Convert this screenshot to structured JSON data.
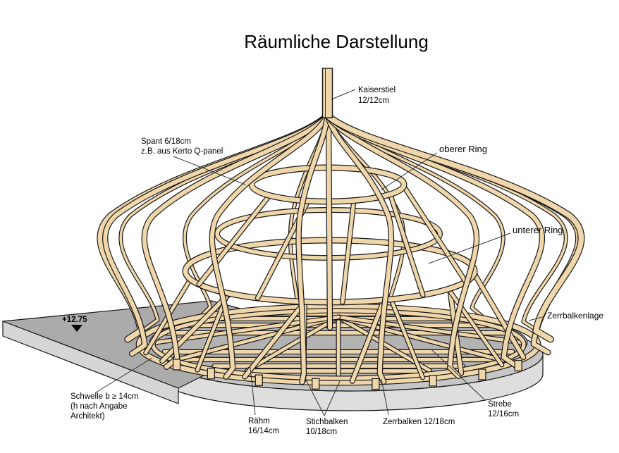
{
  "title": "Räumliche Darstellung",
  "level_marker": {
    "text": "+12.75"
  },
  "labels": {
    "kaiserstiel": {
      "lines": [
        "Kaiserstiel",
        "12/12cm"
      ]
    },
    "spant": {
      "lines": [
        "Spant 6/18cm",
        "z.B. aus Kerto Q-panel"
      ]
    },
    "oberer_ring": {
      "lines": [
        "oberer Ring"
      ]
    },
    "unterer_ring": {
      "lines": [
        "unterer Ring"
      ]
    },
    "zerrbalkenlage": {
      "lines": [
        "Zerrbalkenlage"
      ]
    },
    "schwelle": {
      "lines": [
        "Schwelle b ≥ 14cm",
        "(h nach Angabe",
        "Architekt)"
      ]
    },
    "raehm": {
      "lines": [
        "Rähm",
        "16/14cm"
      ]
    },
    "stichbalken": {
      "lines": [
        "Stichbalken",
        "10/18cm"
      ]
    },
    "zerrbalken": {
      "lines": [
        "Zerrbalken 12/18cm"
      ]
    },
    "strebe": {
      "lines": [
        "Strebe",
        "12/16cm"
      ]
    }
  },
  "colors": {
    "wood": "#f0d7ab",
    "outline": "#161616",
    "slab_top": "#ababab",
    "slab_front": "#d6d6d6",
    "pedestal_top": "#c6c6c6",
    "pedestal_band": "#dedede",
    "floor": "#b3b3b3",
    "leader": "#333333"
  }
}
